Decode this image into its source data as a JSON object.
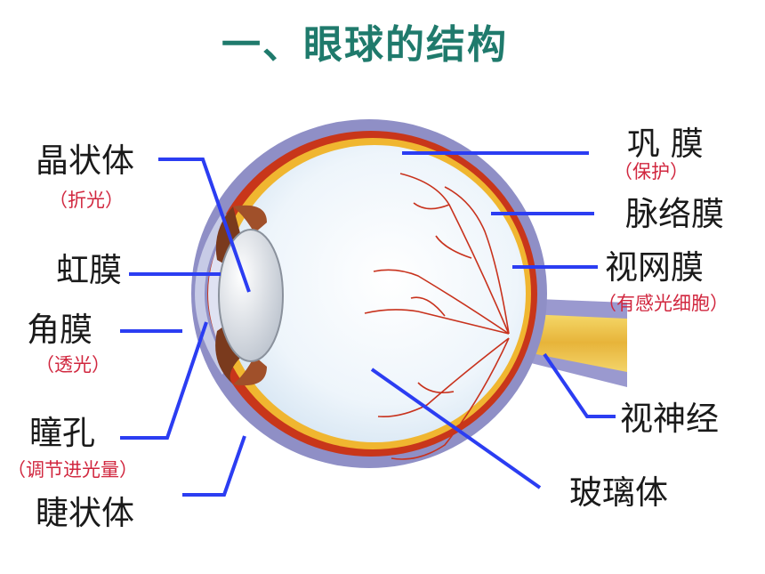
{
  "title": "一、眼球的结构",
  "labels": {
    "crystalline_lens": "晶状体",
    "crystalline_lens_note": "（折光）",
    "iris": "虹膜",
    "cornea": "角膜",
    "cornea_note": "（透光）",
    "pupil": "瞳孔",
    "pupil_note": "（调节进光量）",
    "ciliary_body": "睫状体",
    "sclera": "巩 膜",
    "sclera_note": "（保护）",
    "choroid": "脉络膜",
    "retina": "视网膜",
    "retina_note": "（有感光细胞）",
    "optic_nerve": "视神经",
    "vitreous_body": "玻璃体"
  },
  "colors": {
    "title": "#1f7a6c",
    "leader_line": "#2b3df2",
    "note_text": "#d1273f"
  }
}
